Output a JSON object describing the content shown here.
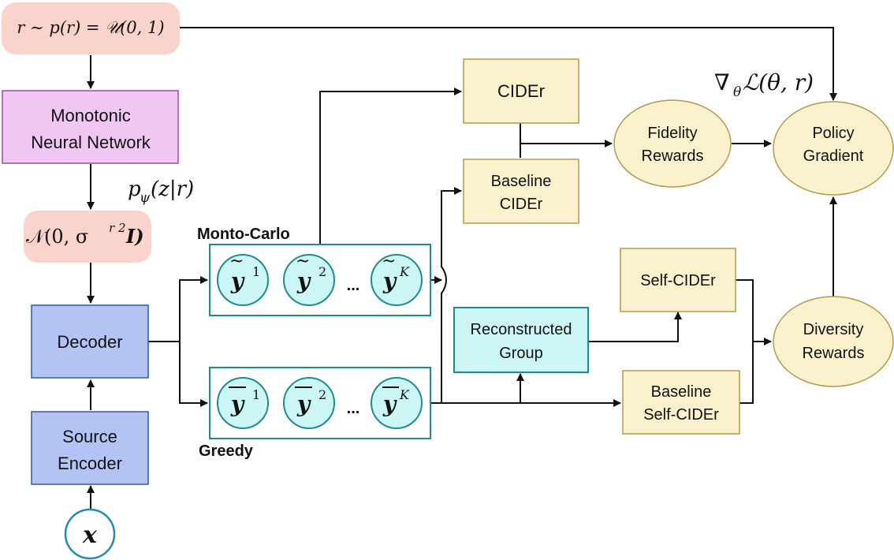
{
  "nodes": {
    "prior": "r ∼ p(r) = 𝒰(0, 1)",
    "monotonic_line1": "Monotonic",
    "monotonic_line2": "Neural Network",
    "p_psi": "p",
    "p_psi_sub": "ψ",
    "p_psi_rest": "(z|r)",
    "gaussian": "𝒩(0, σ",
    "gaussian_sup": "r 2",
    "gaussian_rest": "I)",
    "decoder": "Decoder",
    "source_line1": "Source",
    "source_line2": "Encoder",
    "x": "x",
    "monte_carlo_label": "Monto-Carlo",
    "greedy_label": "Greedy",
    "sample_y": "y",
    "sample_sup": [
      "1",
      "2",
      "K"
    ],
    "ellipsis": "...",
    "cider": "CIDEr",
    "baseline_cider_line1": "Baseline",
    "baseline_cider_line2": "CIDEr",
    "reconstructed_line1": "Reconstructed",
    "reconstructed_line2": "Group",
    "self_cider": "Self-CIDEr",
    "baseline_self_line1": "Baseline",
    "baseline_self_line2": "Self-CIDEr",
    "fidelity_line1": "Fidelity",
    "fidelity_line2": "Rewards",
    "diversity_line1": "Diversity",
    "diversity_line2": "Rewards",
    "policy_line1": "Policy",
    "policy_line2": "Gradient",
    "grad_label": "∇",
    "grad_sub": "θ",
    "grad_rest": "ℒ(θ, r)"
  },
  "colors": {
    "prior_fill": "#fad4cc",
    "monotonic_fill": "#f0c6f2",
    "monotonic_stroke": "#a04aa0",
    "decoder_fill": "#b3c3f4",
    "decoder_stroke": "#2d5aa0",
    "teal_fill": "#ccf6f6",
    "teal_stroke": "#1f8c8c",
    "yellow_fill": "#fbf2cd",
    "yellow_stroke": "#b39a4d",
    "ellipse_fill": "#fbf2cd"
  }
}
